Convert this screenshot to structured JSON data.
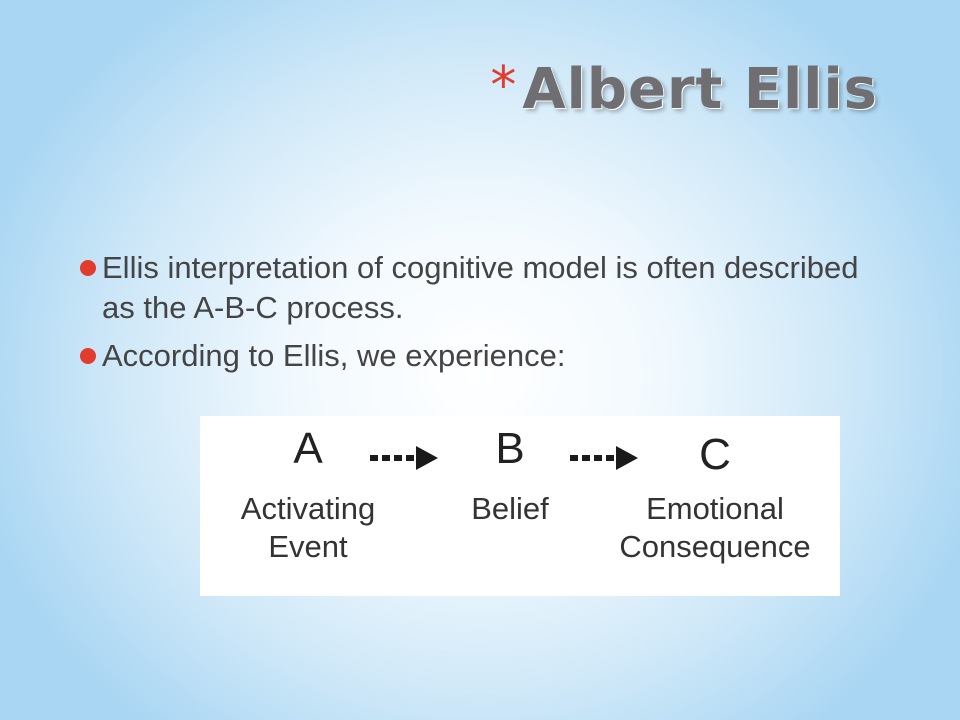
{
  "title": {
    "marker": "*",
    "text": "Albert Ellis"
  },
  "bullets": [
    "Ellis interpretation of cognitive model is often described as the A-B-C process.",
    "According to Ellis, we experience:"
  ],
  "abc_diagram": {
    "steps": [
      {
        "letter": "A",
        "label_line1": "Activating",
        "label_line2": "Event"
      },
      {
        "letter": "B",
        "label_line1": "Belief",
        "label_line2": ""
      },
      {
        "letter": "C",
        "label_line1": "Emotional",
        "label_line2": "Consequence"
      }
    ],
    "arrow_color": "#1a1a1a"
  },
  "colors": {
    "accent": "#e23c2e",
    "title": "#6f6f73",
    "body_text": "#444444"
  }
}
